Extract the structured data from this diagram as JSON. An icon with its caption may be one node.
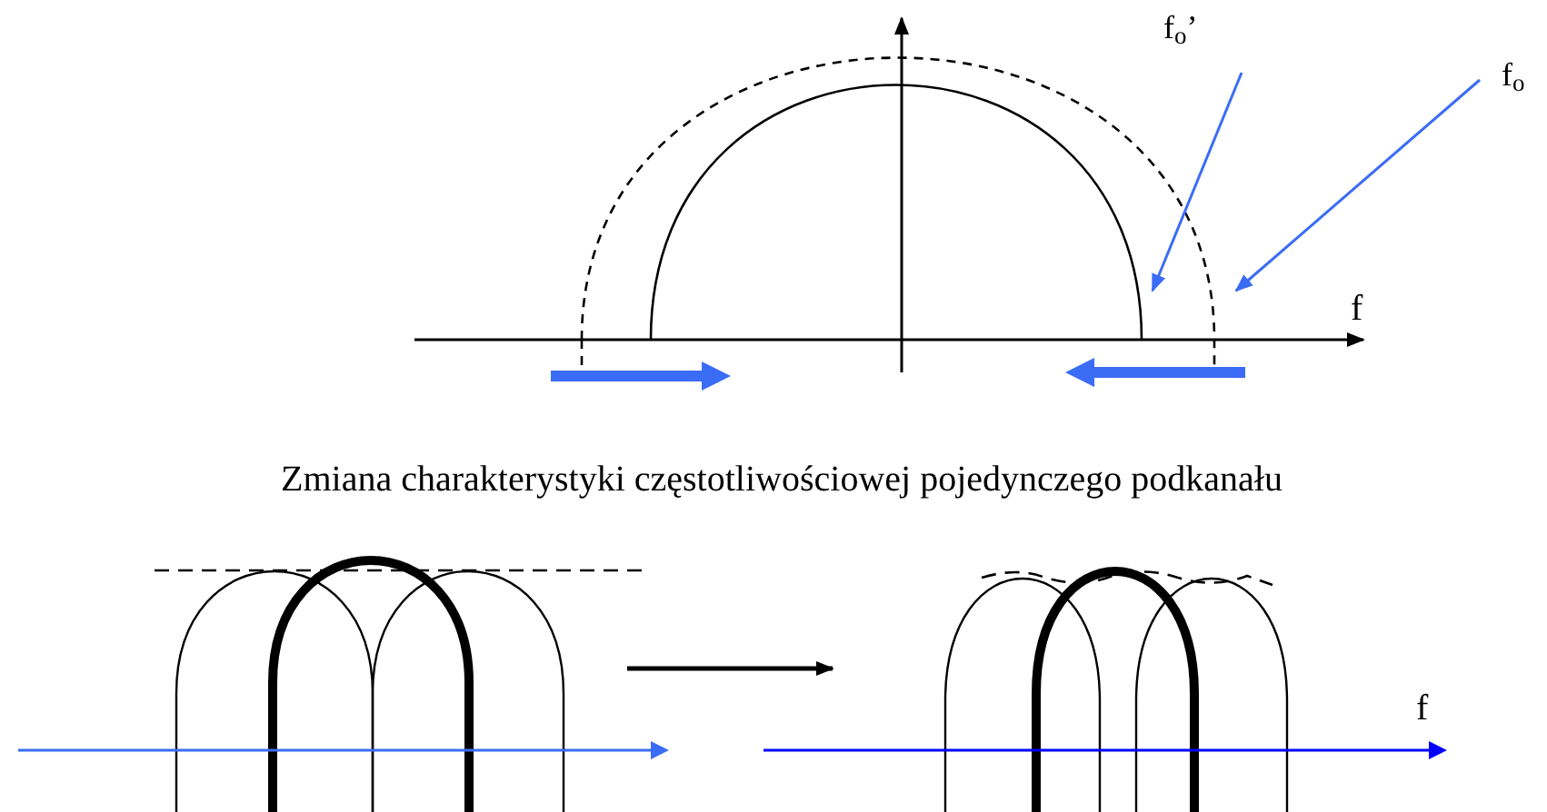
{
  "diagram": {
    "caption": "Zmiana charakterystyki częstotliwościowej pojedynczego podkanału",
    "nodes": [
      {
        "text": [
          "f$_{o}$’"
        ]
      },
      {
        "text": [
          "f$_{o}$"
        ]
      },
      {
        "text": [],
        "shape": "picture"
      },
      {
        "text": [],
        "shape": "picture"
      }
    ],
    "edges": [
      {
        "from": 0,
        "to": null,
        "arrow": "to"
      },
      {
        "from": 1,
        "to": null,
        "arrow": "to"
      },
      {
        "from": 2,
        "to": 3,
        "arrow": "to",
        "color": "#000000"
      }
    ],
    "labels": [
      "f",
      "f"
    ]
  }
}
